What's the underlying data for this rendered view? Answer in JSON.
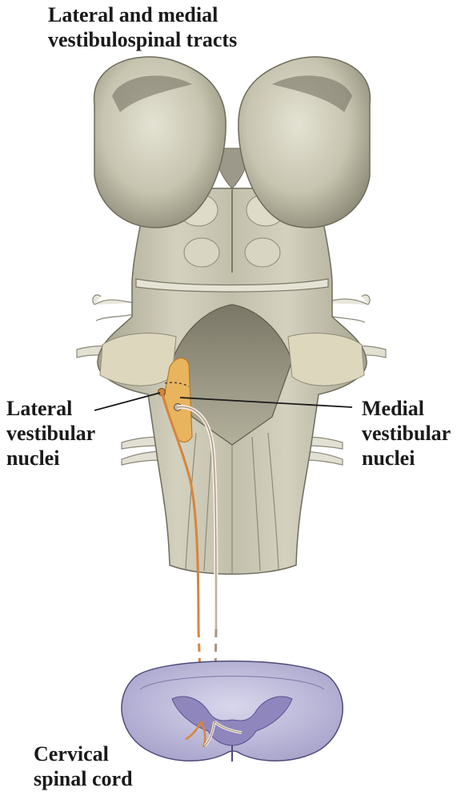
{
  "title": {
    "line1": "Lateral and medial",
    "line2": "vestibulospinal tracts"
  },
  "labels": {
    "lateral": {
      "line1": "Lateral",
      "line2": "vestibular",
      "line3": "nuclei"
    },
    "medial": {
      "line1": "Medial",
      "line2": "vestibular",
      "line3": "nuclei"
    },
    "cervical": {
      "line1": "Cervical",
      "line2": "spinal cord"
    }
  },
  "colors": {
    "tissue": "#c9c6b2",
    "tissue_shadow": "#8d8a76",
    "lateral_tract": "#d9853b",
    "medial_tract": "#c9b6a4",
    "nucleus_fill": "#e8b45e",
    "spinal_cord": "#c3c0dc",
    "gray_matter": "#8f86bd"
  }
}
